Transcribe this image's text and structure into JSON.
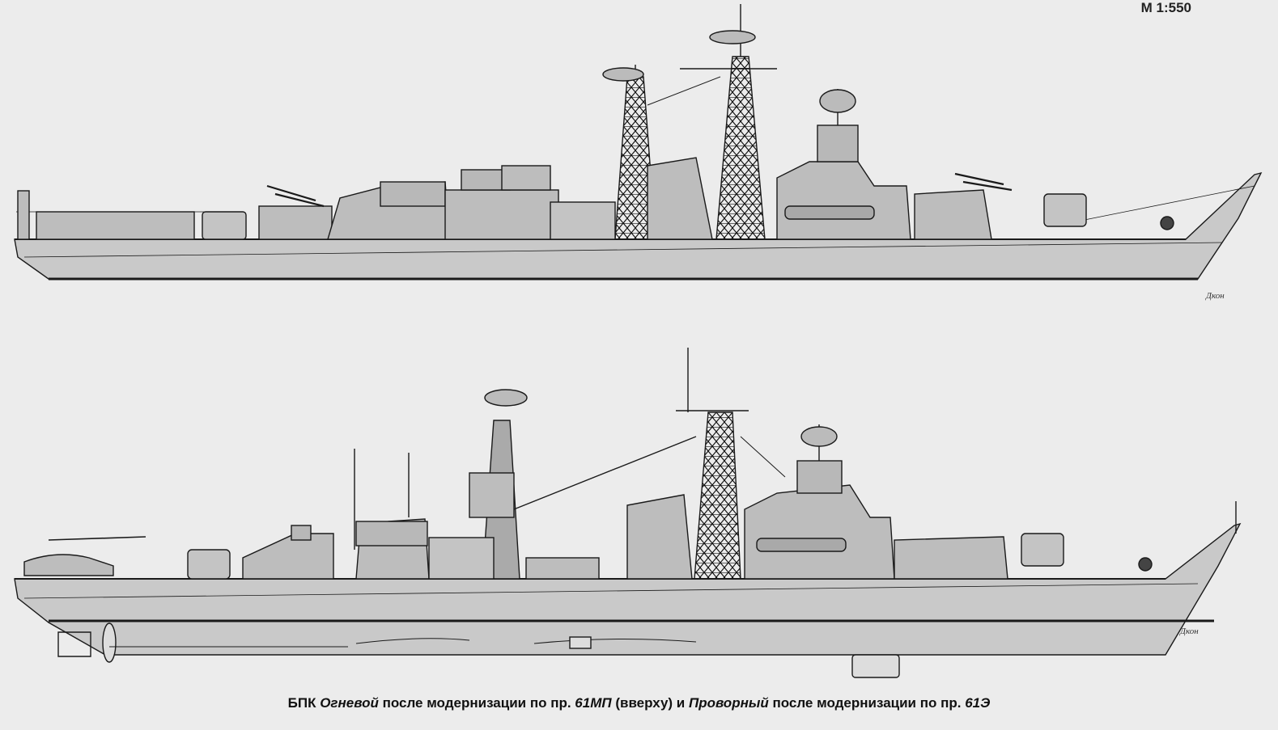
{
  "scale": "М 1:550",
  "caption": {
    "p1": "БПК ",
    "ship1": "Огневой",
    "p2": " после модернизации по пр. ",
    "proj1": "61МП",
    "p3": " (вверху) и ",
    "ship2": "Проворный",
    "p4": " после модернизации по пр. ",
    "proj2": "61Э"
  },
  "colors": {
    "hull": "#c9c9c9",
    "superstructure": "#bdbdbd",
    "line": "#1a1a1a",
    "background": "#ececec"
  }
}
